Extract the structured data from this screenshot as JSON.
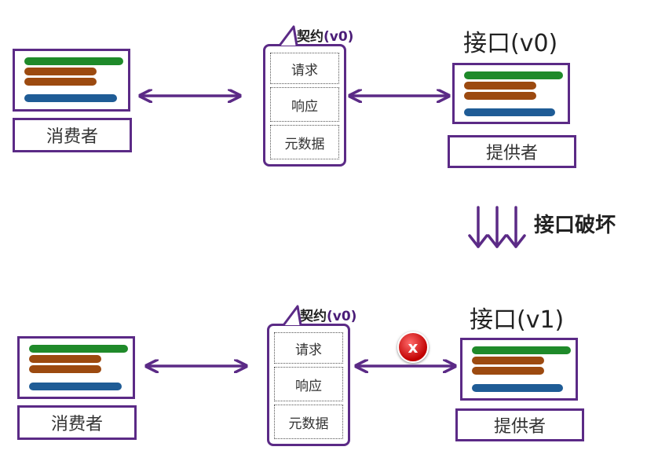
{
  "before": {
    "consumer_label": "消费者",
    "provider_label": "提供者",
    "provider_heading": "接口(v0)",
    "contract": {
      "title_prefix": "契约",
      "title_version": "(v0)",
      "rows": [
        "请求",
        "响应",
        "元数据"
      ]
    }
  },
  "transition": {
    "label": "接口破坏",
    "icon": "triple-down-arrow-icon"
  },
  "after": {
    "consumer_label": "消费者",
    "provider_label": "提供者",
    "provider_heading": "接口(v1)",
    "error_mark": "x",
    "contract": {
      "title_prefix": "契约",
      "title_version": "(v0)",
      "rows": [
        "请求",
        "响应",
        "元数据"
      ]
    }
  },
  "colors": {
    "outline": "#5b2a86",
    "bar_green": "#1f8a2a",
    "bar_brown": "#9c4a10",
    "bar_blue": "#1f5c96",
    "error": "#c00000"
  }
}
